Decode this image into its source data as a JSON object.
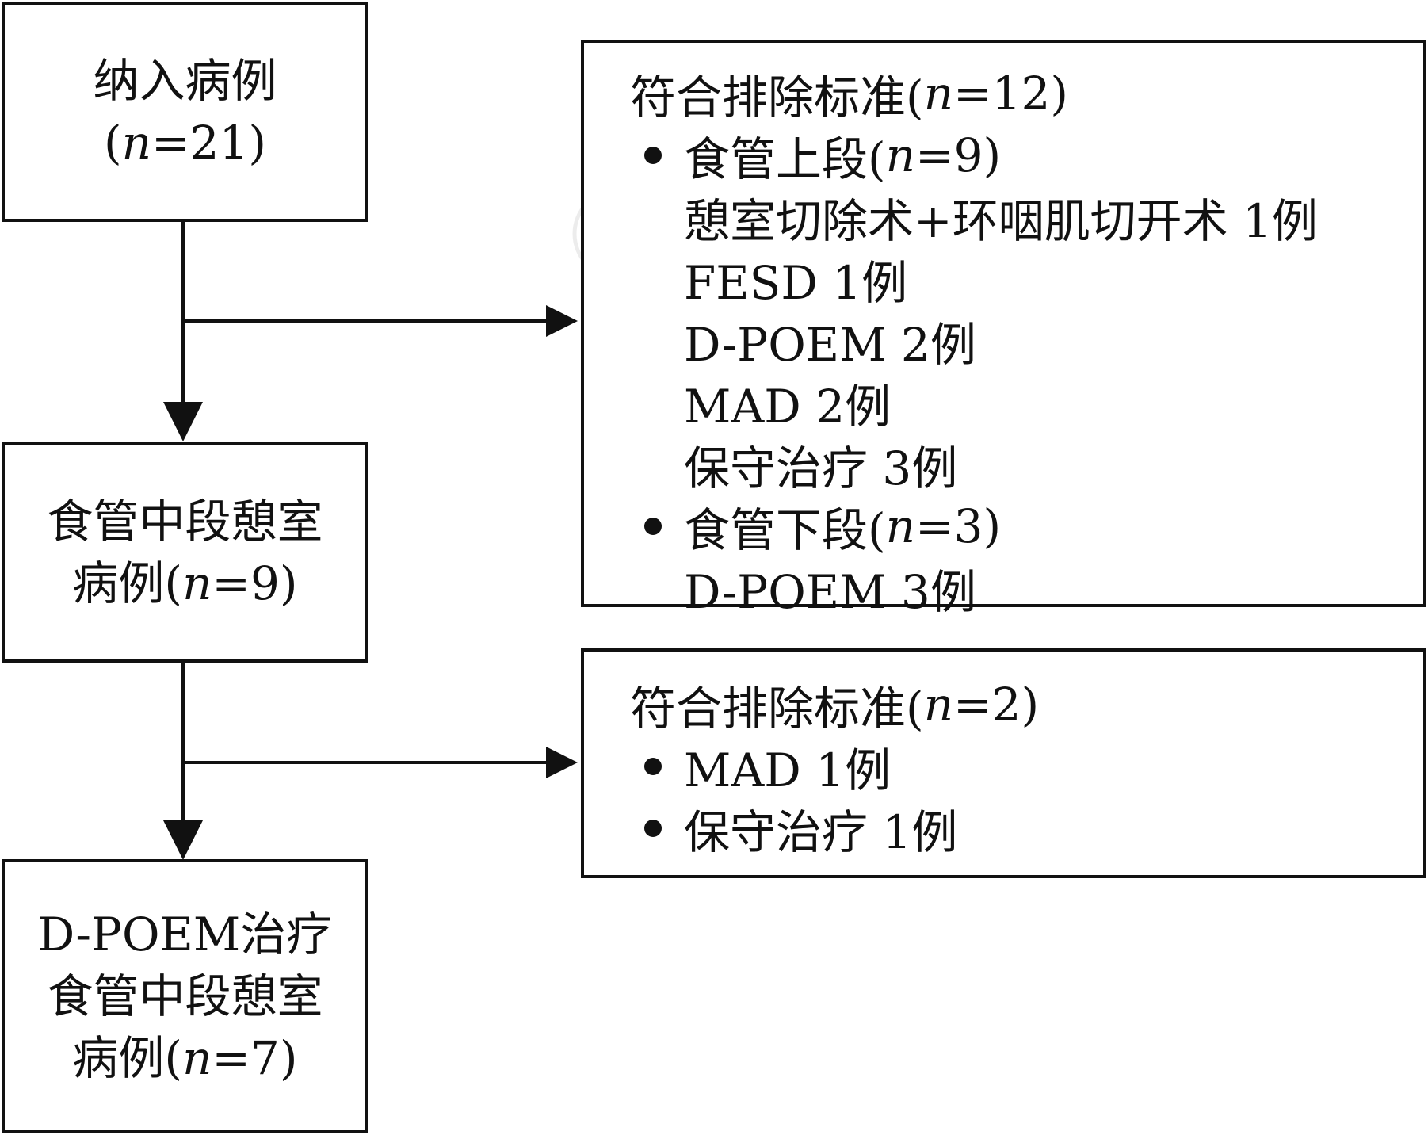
{
  "boxes": {
    "included": {
      "line1": "纳入病例",
      "n_prefix": "(",
      "n_symbol": "n",
      "n_suffix": "=21)"
    },
    "mid_esophagus": {
      "line1": "食管中段憩室",
      "line2_prefix": "病例(",
      "n_symbol": "n",
      "n_suffix": "=9)"
    },
    "final": {
      "line1": "D-POEM治疗",
      "line2": "食管中段憩室",
      "line3_prefix": "病例(",
      "n_symbol": "n",
      "n_suffix": "=7)"
    },
    "exclusion_1": {
      "title_prefix": "符合排除标准(",
      "title_n": "n",
      "title_suffix": "=12)",
      "groups": [
        {
          "label_prefix": "食管上段(",
          "label_n": "n",
          "label_suffix": "=9)",
          "items": [
            "憩室切除术+环咽肌切开术 1例",
            "FESD 1例",
            "D-POEM 2例",
            "MAD 2例",
            "保守治疗 3例"
          ]
        },
        {
          "label_prefix": "食管下段(",
          "label_n": "n",
          "label_suffix": "=3)",
          "items": [
            "D-POEM 3例"
          ]
        }
      ]
    },
    "exclusion_2": {
      "title_prefix": "符合排除标准(",
      "title_n": "n",
      "title_suffix": "=2)",
      "items": [
        "MAD 1例",
        "保守治疗 1例"
      ]
    }
  },
  "colors": {
    "stroke": "#111111",
    "background": "#ffffff",
    "watermark": "#9a9a9a"
  }
}
